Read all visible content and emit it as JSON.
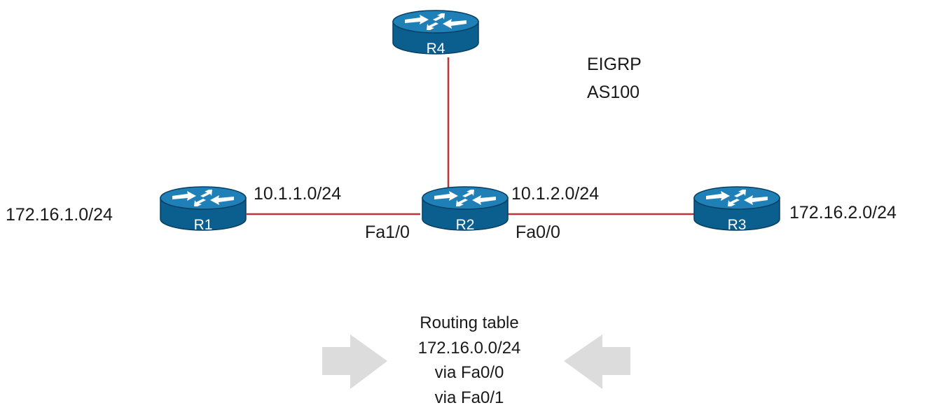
{
  "colors": {
    "link": "#c0343a",
    "router_top": "#1f80b8",
    "router_body": "#0b5f8f",
    "router_edge": "#063e61",
    "arrow": "#dcdcdc",
    "text": "#1a1a1a"
  },
  "protocol": {
    "line1": "EIGRP",
    "line2": "AS100"
  },
  "routers": [
    {
      "id": "R4",
      "label": "R4"
    },
    {
      "id": "R1",
      "label": "R1"
    },
    {
      "id": "R2",
      "label": "R2"
    },
    {
      "id": "R3",
      "label": "R3"
    }
  ],
  "networks": {
    "r1_lan": "172.16.1.0/24",
    "r1_r2": "10.1.1.0/24",
    "r2_r3": "10.1.2.0/24",
    "r3_lan": "172.16.2.0/24"
  },
  "interfaces": {
    "r2_left": "Fa1/0",
    "r2_right": "Fa0/0"
  },
  "routing_table": {
    "title": "Routing table",
    "prefix": "172.16.0.0/24",
    "path1": "via Fa0/0",
    "path2": "via Fa0/1"
  }
}
